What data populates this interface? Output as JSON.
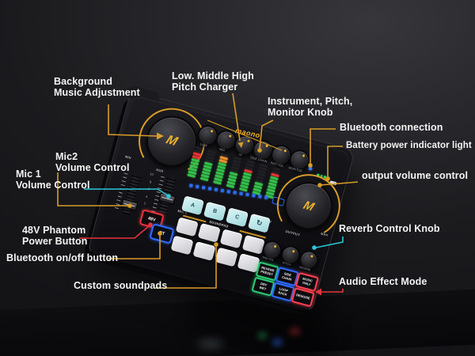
{
  "colors": {
    "callout_amber": "#D99C27",
    "callout_cyan": "#2BC7D8",
    "callout_red": "#E8323C",
    "brand_yellow": "#F0B428",
    "led_blue": "#3F7CFF",
    "pad_cyan": "#BFEDEF"
  },
  "callouts": {
    "bg_music": {
      "label": "Background\nMusic Adjustment"
    },
    "pitch": {
      "label": "Low. Middle High\nPitch Charger"
    },
    "instrument": {
      "label": "Instrument, Pitch,\nMonitor Knob"
    },
    "bluetooth_conn": {
      "label": "Bluetooth connection"
    },
    "battery": {
      "label": "Battery power indicator light"
    },
    "output_vol": {
      "label": "output volume control"
    },
    "mic2": {
      "label": "Mic2\nVolume Control"
    },
    "mic1": {
      "label": "Mic 1\nVolume Control"
    },
    "phantom": {
      "label": "48V Phantom\nPower Button"
    },
    "bt_toggle": {
      "label": "Bluetooth on/off button"
    },
    "soundpads": {
      "label": "Custom soundpads"
    },
    "reverb": {
      "label": "Reverb Control Knob"
    },
    "effect_mode": {
      "label": "Audio Effect Mode"
    }
  },
  "device": {
    "brand": "maono",
    "brand_glyph": "M",
    "aux_knob": {
      "min": "MIN",
      "label": "AUX",
      "max": "MAX"
    },
    "output_knob": {
      "min": "MIN",
      "label": "OUTPUT",
      "max": "MAX"
    },
    "eq_knobs": [
      "LOW",
      "MID",
      "HI",
      "SIDE CHAIN",
      "INST VOL",
      "MONITOR"
    ],
    "fx_knobs": [
      "PAD VOL",
      "PITCH",
      "REVERB"
    ],
    "fader_scale": "10\n8\n6\n4\n2\n0",
    "mic2_label": "MIC 2",
    "phantom_label": "48V",
    "bt_label": "BT",
    "soundpad": {
      "title": "SOUNDPAD",
      "pads": [
        "A",
        "B",
        "C"
      ],
      "loop_icon": "↻"
    },
    "fx_buttons": [
      "REVERB\nPRESET",
      "SIDE\nCHAIN",
      "MUSIC\nONLY",
      "DRY\nWET",
      "LOOP\nBACK",
      "DENOISE"
    ]
  },
  "meters": {
    "palette": {
      "g": "#35C04A",
      "o": "#E8902A",
      "r": "#E23434"
    },
    "columns": [
      "ggggggrr",
      "gggggg",
      "gggggggoo",
      "ggggg",
      "ggggggr",
      "gggg",
      "gggggggr"
    ]
  }
}
